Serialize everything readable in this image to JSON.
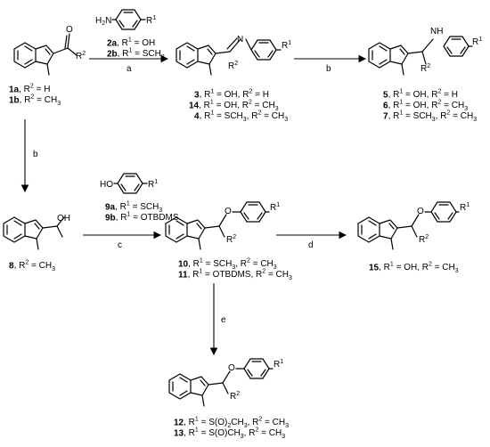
{
  "atoms": {
    "o": "O",
    "n": "N",
    "nh": "NH",
    "ho": "HO",
    "h2n": "H2N",
    "oh": "OH",
    "me": "/",
    "r1": "R1",
    "r2": "R2"
  },
  "reagents": {
    "r2a": {
      "num": "2a",
      "rest": ", R1 = OH"
    },
    "r2b": {
      "num": "2b",
      "rest": ", R1 = SCH3"
    },
    "r9a": {
      "num": "9a",
      "rest": ", R1 = SCH3"
    },
    "r9b": {
      "num": "9b",
      "rest": ", R1 = OTBDMS"
    }
  },
  "steps": [
    "a",
    "b",
    "b",
    "c",
    "d",
    "e"
  ],
  "compounds": {
    "c1a": {
      "num": "1a",
      "rest": ", R2 = H"
    },
    "c1b": {
      "num": "1b",
      "rest": ", R2 = CH3"
    },
    "c3": {
      "num": "3",
      "rest": ", R1 = OH, R2 = H"
    },
    "c14": {
      "num": "14",
      "rest": ", R1 = OH, R2 = CH3"
    },
    "c4": {
      "num": "4",
      "rest": ", R1 = SCH3, R2 = CH3"
    },
    "c5": {
      "num": "5",
      "rest": ", R1 = OH, R2 = H"
    },
    "c6": {
      "num": "6",
      "rest": ", R1 = OH, R2 = CH3"
    },
    "c7": {
      "num": "7",
      "rest": ", R1 = SCH3, R2 = CH3"
    },
    "c8": {
      "num": "8",
      "rest": ", R2 = CH3"
    },
    "c10": {
      "num": "10",
      "rest": ", R1 = SCH3, R2 = CH3"
    },
    "c11": {
      "num": "11",
      "rest": ", R1 = OTBDMS, R2 = CH3"
    },
    "c15": {
      "num": "15",
      "rest": ", R1 = OH, R2 = CH3"
    },
    "c12": {
      "num": "12",
      "rest": ", R1 = S(O)2CH3, R2 = CH3"
    },
    "c13": {
      "num": "13",
      "rest": ", R1 = S(O)CH3, R2 = CH3"
    }
  }
}
